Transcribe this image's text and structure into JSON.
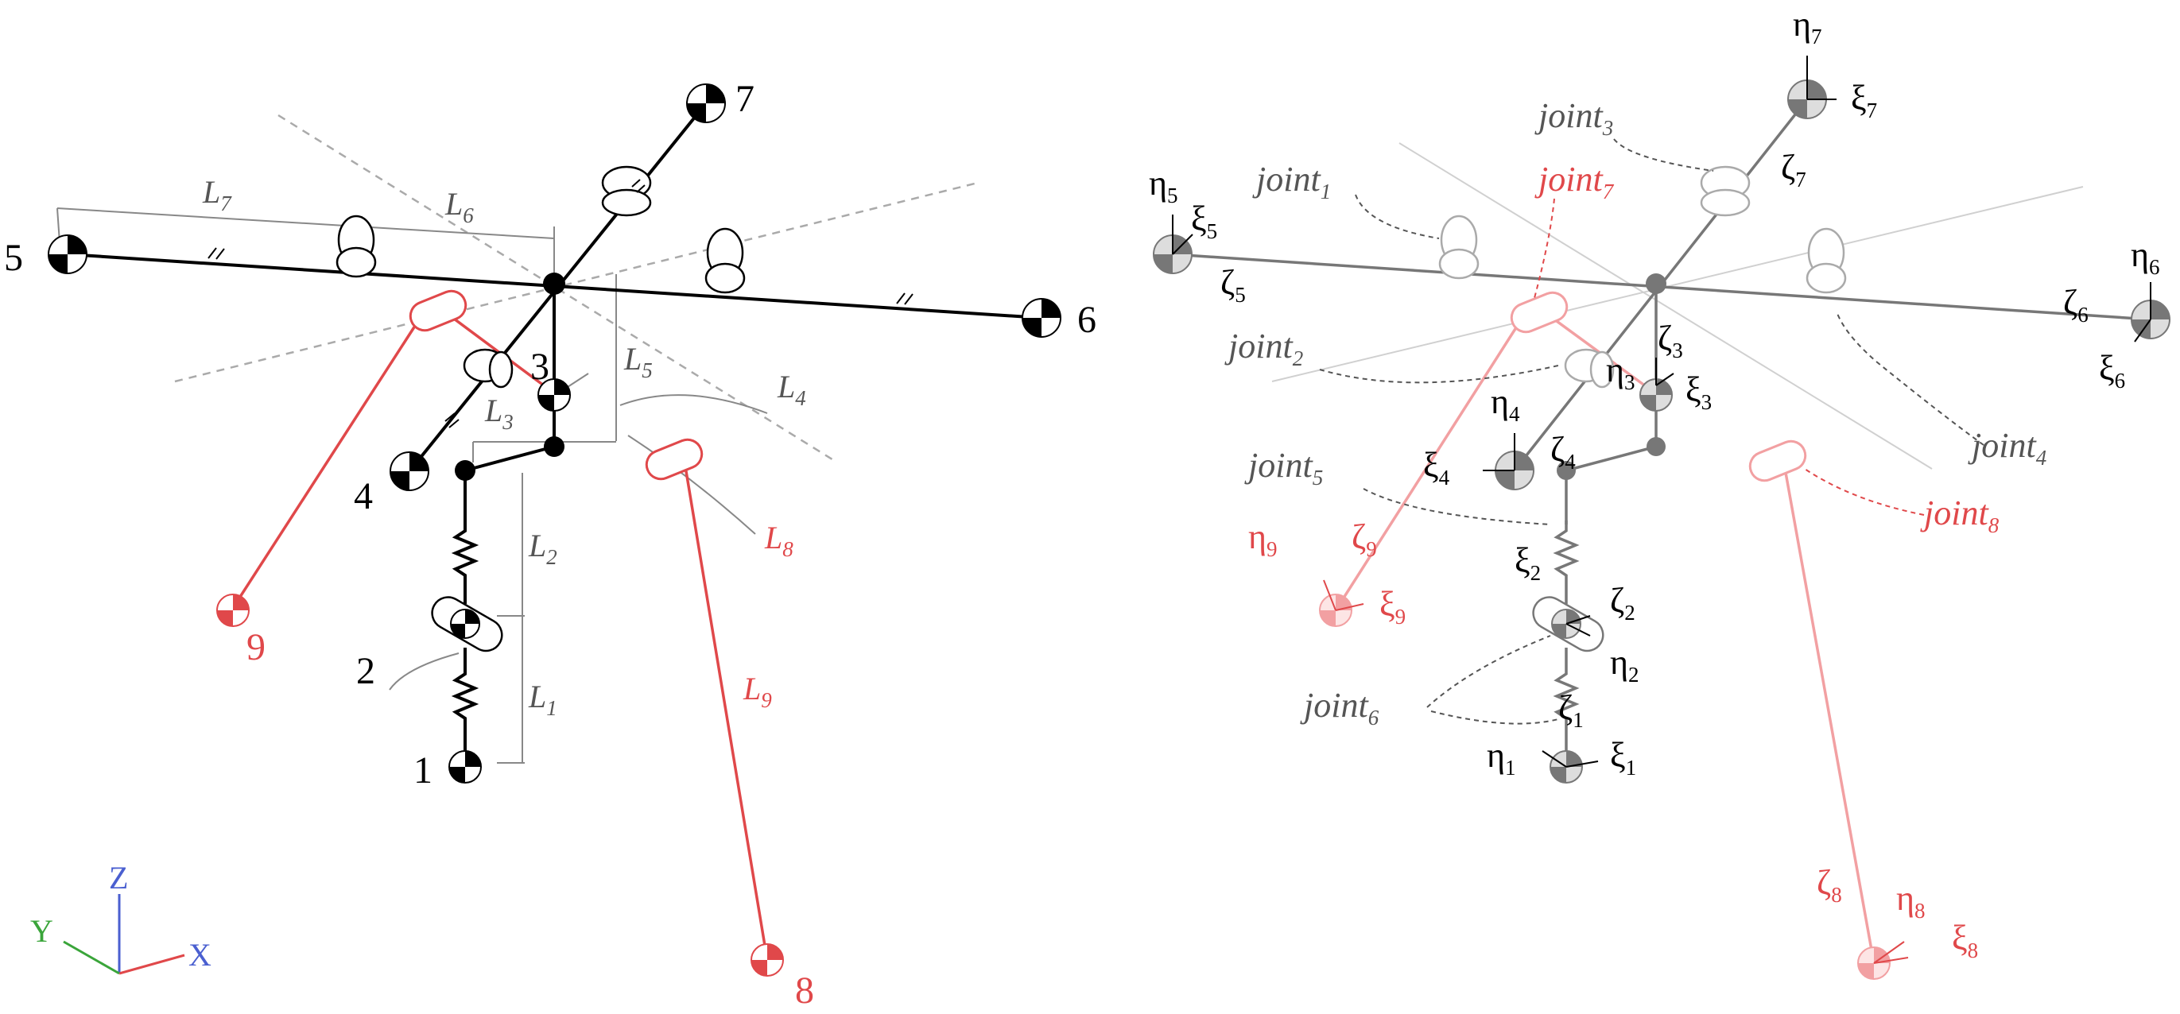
{
  "left": {
    "body_numbers": [
      "1",
      "2",
      "3",
      "4",
      "5",
      "6",
      "7",
      "8",
      "9"
    ],
    "lengths": {
      "L1": {
        "base": "L",
        "sub": "1"
      },
      "L2": {
        "base": "L",
        "sub": "2"
      },
      "L3": {
        "base": "L",
        "sub": "3"
      },
      "L4": {
        "base": "L",
        "sub": "4"
      },
      "L5": {
        "base": "L",
        "sub": "5"
      },
      "L6": {
        "base": "L",
        "sub": "6"
      },
      "L7": {
        "base": "L",
        "sub": "7"
      },
      "L8": {
        "base": "L",
        "sub": "8"
      },
      "L9": {
        "base": "L",
        "sub": "9"
      }
    }
  },
  "axes": {
    "x": "X",
    "y": "Y",
    "z": "Z"
  },
  "right": {
    "joints": {
      "j1": {
        "base": "joint",
        "sub": "1"
      },
      "j2": {
        "base": "joint",
        "sub": "2"
      },
      "j3": {
        "base": "joint",
        "sub": "3"
      },
      "j4": {
        "base": "joint",
        "sub": "4"
      },
      "j5": {
        "base": "joint",
        "sub": "5"
      },
      "j6": {
        "base": "joint",
        "sub": "6"
      },
      "j7": {
        "base": "joint",
        "sub": "7"
      },
      "j8": {
        "base": "joint",
        "sub": "8"
      }
    },
    "frames": {
      "eta1": {
        "base": "η",
        "sub": "1"
      },
      "xi1": {
        "base": "ξ",
        "sub": "1"
      },
      "zeta1": {
        "base": "ζ",
        "sub": "1"
      },
      "eta2": {
        "base": "η",
        "sub": "2"
      },
      "xi2": {
        "base": "ξ",
        "sub": "2"
      },
      "zeta2": {
        "base": "ζ",
        "sub": "2"
      },
      "eta3": {
        "base": "η",
        "sub": "3"
      },
      "xi3": {
        "base": "ξ",
        "sub": "3"
      },
      "zeta3": {
        "base": "ζ",
        "sub": "3"
      },
      "eta4": {
        "base": "η",
        "sub": "4"
      },
      "xi4": {
        "base": "ξ",
        "sub": "4"
      },
      "zeta4": {
        "base": "ζ",
        "sub": "4"
      },
      "eta5": {
        "base": "η",
        "sub": "5"
      },
      "xi5": {
        "base": "ξ",
        "sub": "5"
      },
      "zeta5": {
        "base": "ζ",
        "sub": "5"
      },
      "eta6": {
        "base": "η",
        "sub": "6"
      },
      "xi6": {
        "base": "ξ",
        "sub": "6"
      },
      "zeta6": {
        "base": "ζ",
        "sub": "6"
      },
      "eta7": {
        "base": "η",
        "sub": "7"
      },
      "xi7": {
        "base": "ξ",
        "sub": "7"
      },
      "zeta7": {
        "base": "ζ",
        "sub": "7"
      },
      "eta8": {
        "base": "η",
        "sub": "8"
      },
      "xi8": {
        "base": "ξ",
        "sub": "8"
      },
      "zeta8": {
        "base": "ζ",
        "sub": "8"
      },
      "eta9": {
        "base": "η",
        "sub": "9"
      },
      "xi9": {
        "base": "ξ",
        "sub": "9"
      },
      "zeta9": {
        "base": "ζ",
        "sub": "9"
      }
    }
  },
  "colors": {
    "black": "#000000",
    "gray": "#777777",
    "red": "#e0484a",
    "pink": "#f2a0a2",
    "axis_x": "#e0484a",
    "axis_y": "#3aa53a",
    "axis_z": "#4a5fd0"
  }
}
